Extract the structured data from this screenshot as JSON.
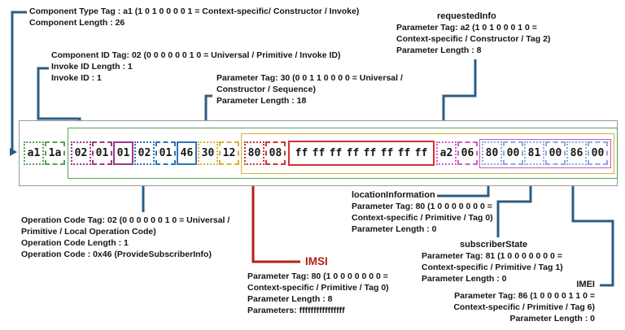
{
  "bytes": [
    "a1",
    "1a",
    "02",
    "01",
    "01",
    "02",
    "01",
    "46",
    "30",
    "12",
    "80",
    "08",
    "ff",
    "ff",
    "ff",
    "ff",
    "ff",
    "ff",
    "ff",
    "ff",
    "a2",
    "06",
    "80",
    "00",
    "81",
    "00",
    "86",
    "00"
  ],
  "annotations": {
    "component_type": {
      "line1_pre": "Component Type Tag : a1 (1 0 1 0 0 0 0 1 = Context-specific/ Constructor / ",
      "line1_bold": "Invoke",
      "line1_post": ")",
      "line2": "Component Length : 26"
    },
    "invoke_id": {
      "line1_pre": "Component ID Tag: 02 (0 0 0 0 0 0 1 0 = Universal / Primitive /  ",
      "line1_bold": "Invoke ID",
      "line1_post": ")",
      "line2": "Invoke ID Length : 1",
      "line3": "Invoke ID : 1"
    },
    "sequence": {
      "line1": "Parameter Tag: 30 (0 0 1 1 0 0 0 0 = Universal /",
      "line2_pre": "Constructor / ",
      "line2_bold": "Sequence",
      "line2_post": ")",
      "line3": "Parameter Length : 18"
    },
    "requested_info": {
      "title": "requestedInfo",
      "line1": "Parameter Tag: a2 (1 0 1 0 0 0 1 0 =",
      "line2": "Context-specific / Constructor / Tag 2)",
      "line3": "Parameter Length : 8"
    },
    "operation_code": {
      "line1": "Operation Code Tag: 02 (0 0 0 0 0 0 1 0 = Universal /",
      "line2_pre": "Primitive / ",
      "line2_bold": "Local Operation Code",
      "line2_post": ")",
      "line3": "Operation Code Length : 1",
      "line4": "Operation Code : 0x46 (ProvideSubscriberInfo)"
    },
    "imsi": {
      "title": "IMSI",
      "line1": "Parameter Tag: 80 (1 0 0 0 0 0 0 0 =",
      "line2": "Context-specific / Primitive / Tag 0)",
      "line3": "Parameter Length : 8",
      "line4": "Parameters: ffffffffffffffff"
    },
    "location_information": {
      "title": "locationInformation",
      "line1": "Parameter Tag: 80 (1 0 0 0 0 0 0 0 =",
      "line2": "Context-specific / Primitive / Tag 0)",
      "line3": "Parameter Length : 0"
    },
    "subscriber_state": {
      "title": "subscriberState",
      "line1": "Parameter Tag: 81 (1 0 0 0 0 0 0 0 =",
      "line2": "Context-specific / Primitive / Tag 1)",
      "line3": "Parameter Length : 0"
    },
    "imei": {
      "title": "IMEI",
      "line1": "Parameter Tag: 86 (1 0 0 0 0 1 1 0 =",
      "line2": "Context-specific / Primitive / Tag 6)",
      "line3": "Parameter Length : 0"
    }
  },
  "colors": {
    "arrow_blue": "#2c5d84",
    "arrow_red": "#b32017",
    "group_green": "#57a257",
    "group_purple": "#9b3a8c",
    "group_blue": "#2e74b5",
    "group_gold": "#dcae35",
    "group_red": "#cf3434",
    "group_pink": "#d45bca",
    "group_light_blue": "#8faadc",
    "group_magenta": "#c75ac7",
    "panel_gray": "#9a9a9a"
  }
}
